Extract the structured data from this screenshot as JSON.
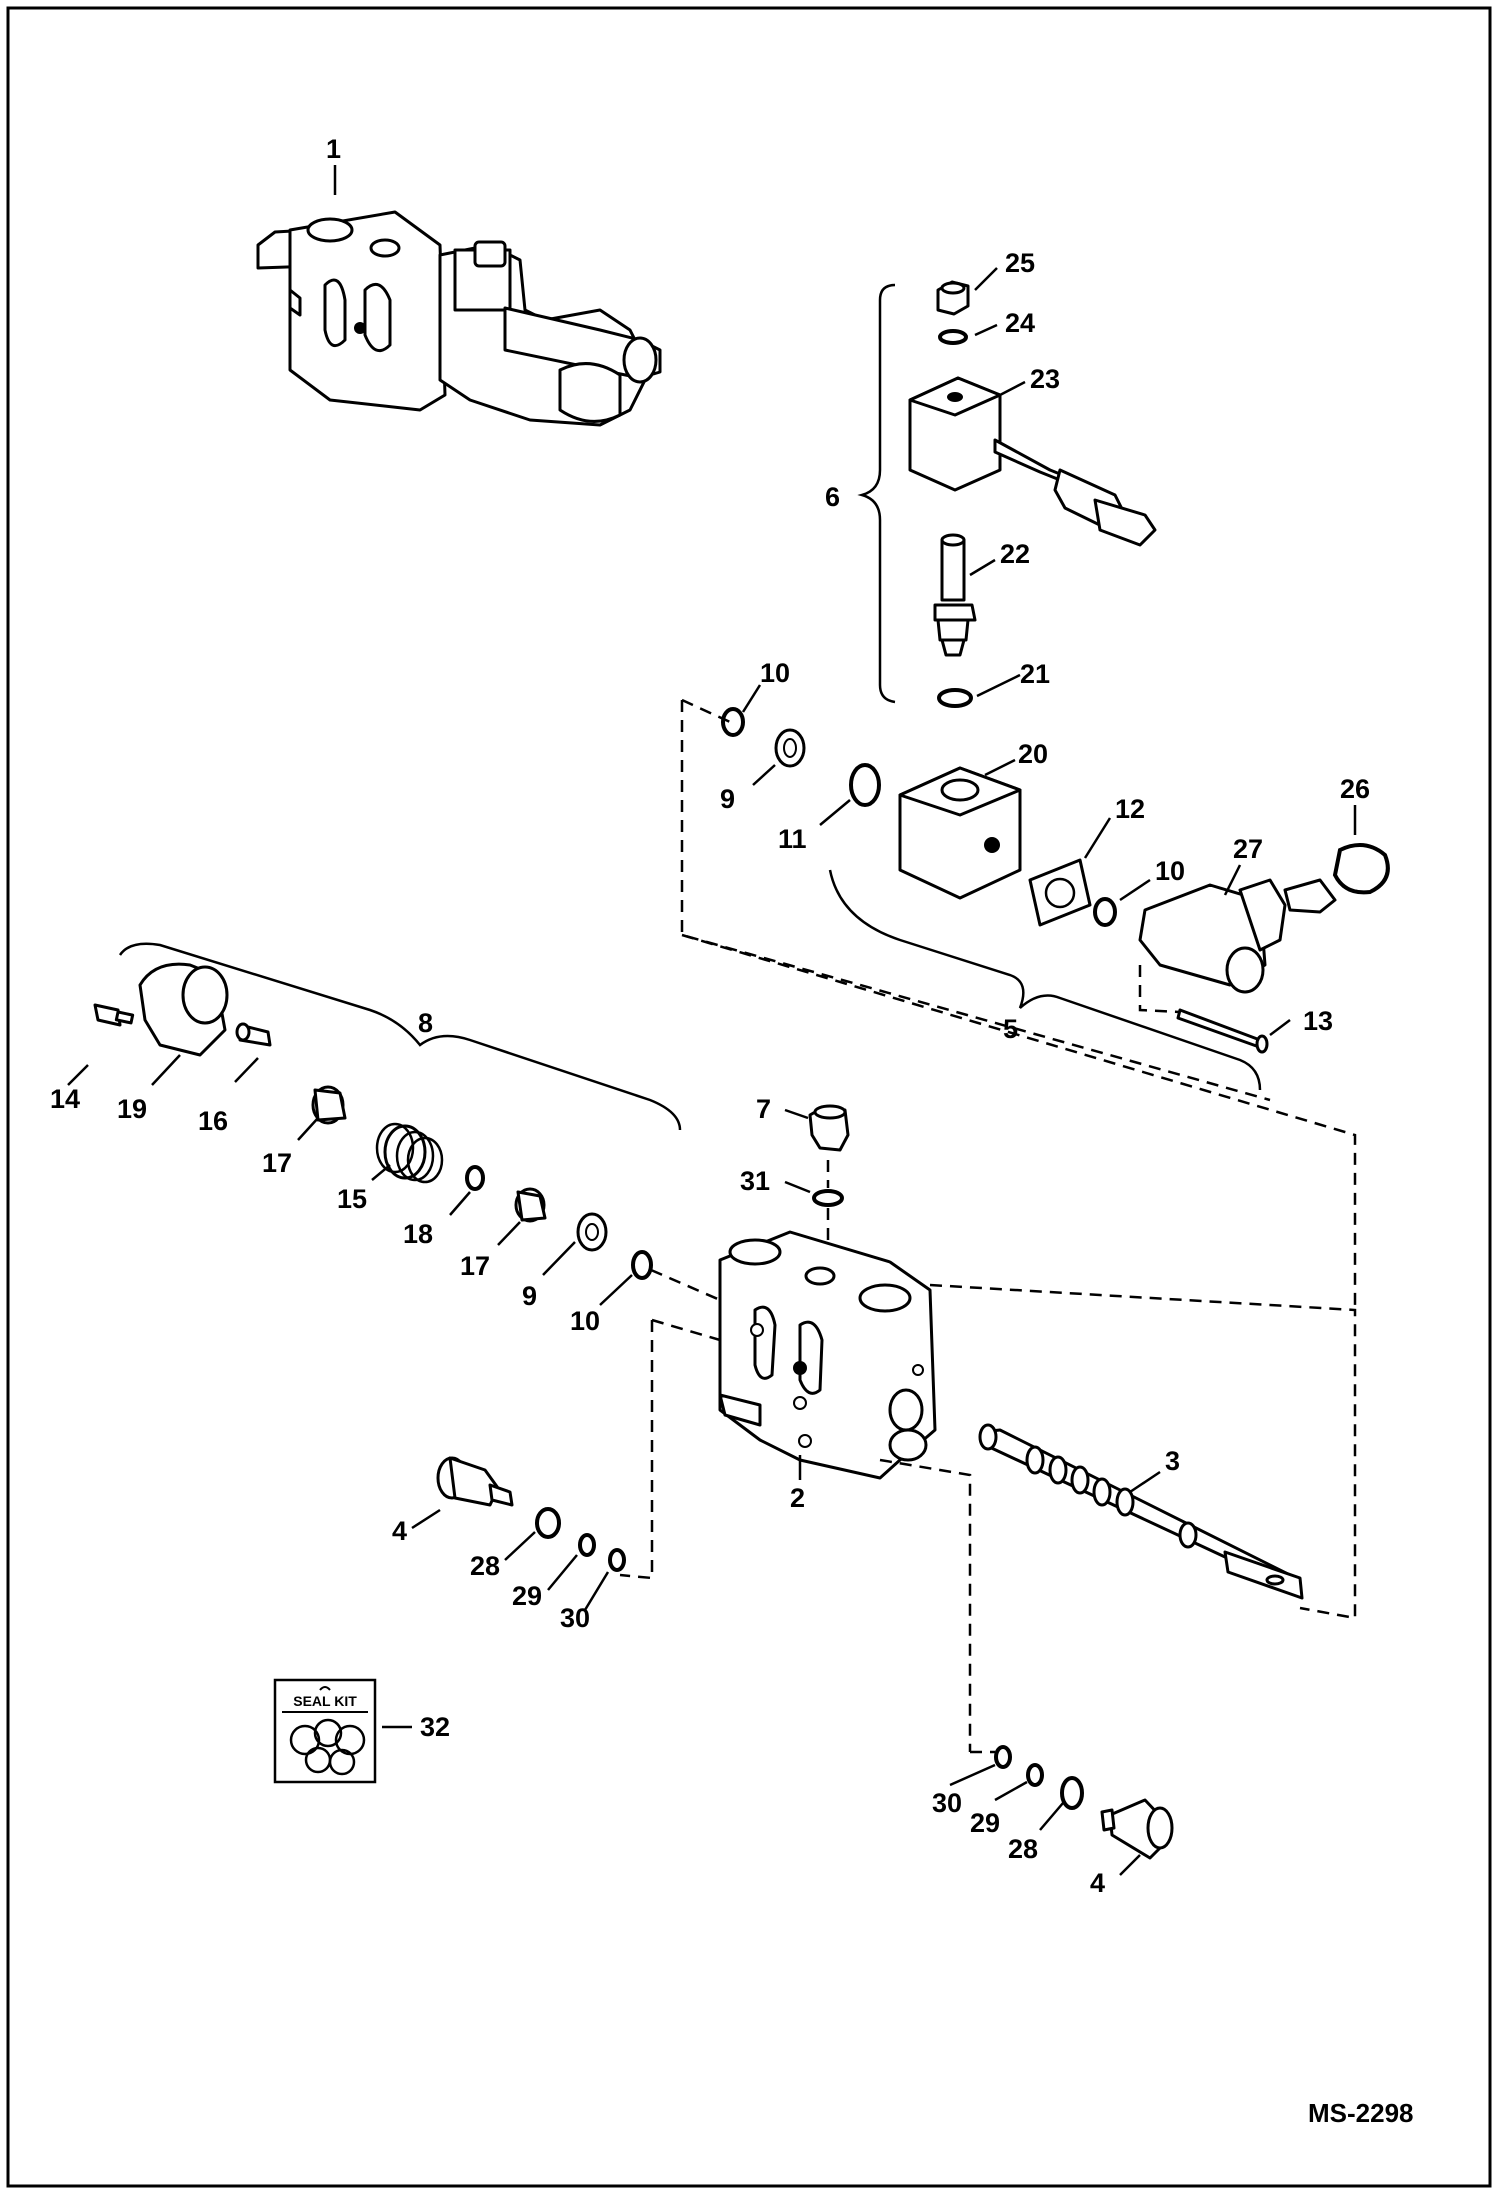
{
  "drawing_number": "MS-2298",
  "seal_kit_label": "SEAL KIT",
  "callouts": {
    "c1": "1",
    "c2": "2",
    "c3": "3",
    "c4a": "4",
    "c4b": "4",
    "c5": "5",
    "c6": "6",
    "c7": "7",
    "c8": "8",
    "c9a": "9",
    "c9b": "9",
    "c10a": "10",
    "c10b": "10",
    "c10c": "10",
    "c11": "11",
    "c12": "12",
    "c13": "13",
    "c14": "14",
    "c15": "15",
    "c16": "16",
    "c17a": "17",
    "c17b": "17",
    "c18": "18",
    "c19": "19",
    "c20": "20",
    "c21": "21",
    "c22": "22",
    "c23": "23",
    "c24": "24",
    "c25": "25",
    "c26": "26",
    "c27": "27",
    "c28a": "28",
    "c28b": "28",
    "c29a": "29",
    "c29b": "29",
    "c30a": "30",
    "c30b": "30",
    "c31": "31",
    "c32": "32"
  }
}
